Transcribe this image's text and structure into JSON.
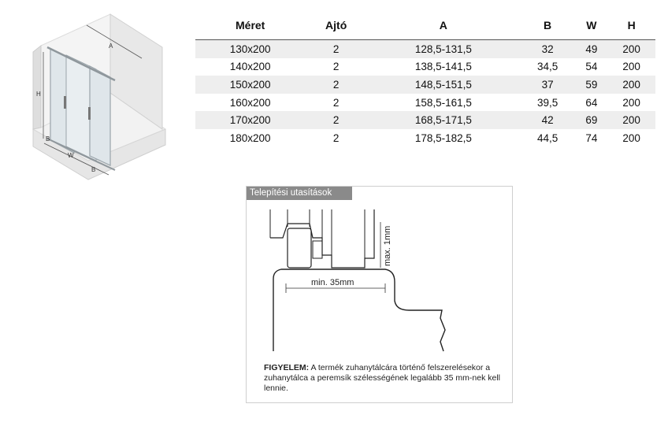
{
  "diagram": {
    "labels": {
      "a": "A",
      "h": "H",
      "w": "W",
      "b_left": "B",
      "b_right": "B"
    }
  },
  "table": {
    "headers": [
      "Méret",
      "Ajtó",
      "A",
      "B",
      "W",
      "H"
    ],
    "rows": [
      [
        "130x200",
        "2",
        "128,5-131,5",
        "32",
        "49",
        "200"
      ],
      [
        "140x200",
        "2",
        "138,5-141,5",
        "34,5",
        "54",
        "200"
      ],
      [
        "150x200",
        "2",
        "148,5-151,5",
        "37",
        "59",
        "200"
      ],
      [
        "160x200",
        "2",
        "158,5-161,5",
        "39,5",
        "64",
        "200"
      ],
      [
        "170x200",
        "2",
        "168,5-171,5",
        "42",
        "69",
        "200"
      ],
      [
        "180x200",
        "2",
        "178,5-182,5",
        "44,5",
        "74",
        "200"
      ]
    ]
  },
  "install": {
    "tab_label": "Telepítési utasítások",
    "min_label": "min. 35mm",
    "max_label": "max. 1mm",
    "warning_title": "FIGYELEM:",
    "warning_text": " A termék zuhanytálcára történő felszerelésekor a zuhanytálca a peremsík szélességének legalább 35 mm-nek kell lennie."
  }
}
